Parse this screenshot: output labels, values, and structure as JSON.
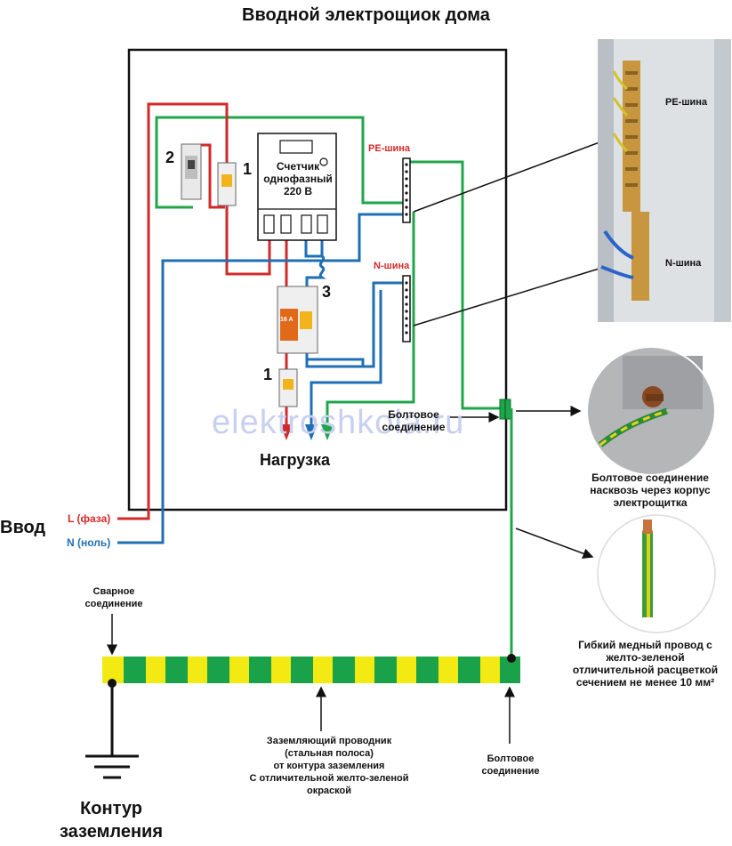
{
  "title": "Вводной электрощиок дома",
  "meter": {
    "line1": "Счетчик",
    "line2": "однофазный",
    "line3": "220 В"
  },
  "labels": {
    "num_2": "2",
    "num_1_top": "1",
    "num_3": "3",
    "num_1_bottom": "1",
    "pe_bus": "PE-шина",
    "n_bus": "N-шина",
    "bolt_inside_1": "Болтовое",
    "bolt_inside_2": "соединение",
    "load": "Нагрузка",
    "input": "Ввод",
    "l_phase": "L (фаза)",
    "n_zero": "N (ноль)",
    "weld_1": "Сварное",
    "weld_2": "соединение",
    "photo_pe": "PE-шина",
    "photo_n": "N-шина",
    "bolt_through_1": "Болтовое соединение",
    "bolt_through_2": "насквозь через корпус",
    "bolt_through_3": "электрощитка",
    "wire_1": "Гибкий медный провод с",
    "wire_2": "желто-зеленой",
    "wire_3": "отличительной расцветкой",
    "wire_4": "сечением не менее 10 мм²",
    "strip_1": "Заземляющий проводник",
    "strip_2": "(стальная полоса)",
    "strip_3": "от контура заземления",
    "strip_4": "С отличительной желто-зеленой",
    "strip_5": "окраской",
    "bolt_bottom_1": "Болтовое",
    "bolt_bottom_2": "соединение",
    "ground_1": "Контур",
    "ground_2": "заземления",
    "watermark": "elektroshkola.ru",
    "breaker_rating": "16 A"
  },
  "colors": {
    "phase": "#d22a2a",
    "neutral": "#1f6fb4",
    "earth": "#1fa64a",
    "yellow": "#f2ea12",
    "green": "#1aa24a"
  }
}
